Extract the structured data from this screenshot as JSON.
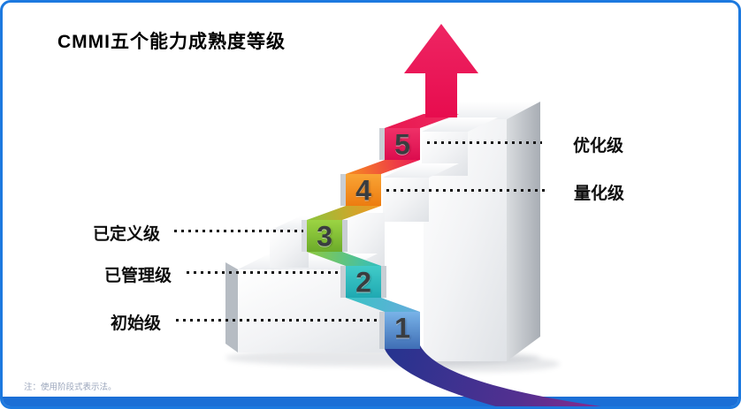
{
  "title": "CMMI五个能力成熟度等级",
  "note": "注：使用阶段式表示法。",
  "levels": [
    {
      "num": "1",
      "label": "初始级",
      "color": "#5b9bd5",
      "side": "left"
    },
    {
      "num": "2",
      "label": "已管理级",
      "color": "#2fc5c5",
      "side": "left"
    },
    {
      "num": "3",
      "label": "已定义级",
      "color": "#8dc63f",
      "side": "left"
    },
    {
      "num": "4",
      "label": "量化级",
      "color": "#f7941e",
      "side": "right"
    },
    {
      "num": "5",
      "label": "优化级",
      "color": "#ed1c5c",
      "side": "right"
    }
  ],
  "accent_colors": {
    "frame": "#1c79df",
    "bottom_bar": "#1b6fd6",
    "arrow": "#e70c4e",
    "flow_start": "#27338f",
    "flow_end": "#8f2a90"
  }
}
